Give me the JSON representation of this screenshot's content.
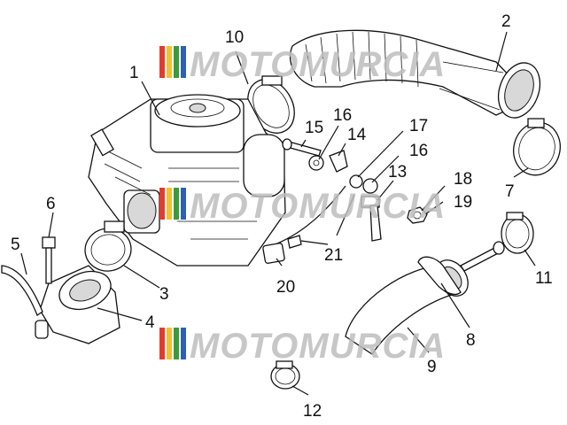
{
  "watermark": {
    "text": "MOTOMURCIA",
    "stripe_colors": [
      "#e33b2e",
      "#f1c232",
      "#3c9a3c",
      "#2e5fb3"
    ],
    "text_color": "#bdbdbd"
  },
  "callouts": [
    {
      "id": "c1",
      "label": "1"
    },
    {
      "id": "c2",
      "label": "2"
    },
    {
      "id": "c3",
      "label": "3"
    },
    {
      "id": "c4",
      "label": "4"
    },
    {
      "id": "c5",
      "label": "5"
    },
    {
      "id": "c6",
      "label": "6"
    },
    {
      "id": "c7",
      "label": "7"
    },
    {
      "id": "c8",
      "label": "8"
    },
    {
      "id": "c9",
      "label": "9"
    },
    {
      "id": "c10",
      "label": "10"
    },
    {
      "id": "c11",
      "label": "11"
    },
    {
      "id": "c12",
      "label": "12"
    },
    {
      "id": "c13",
      "label": "13"
    },
    {
      "id": "c14",
      "label": "14"
    },
    {
      "id": "c15",
      "label": "15"
    },
    {
      "id": "c16a",
      "label": "16"
    },
    {
      "id": "c16b",
      "label": "16"
    },
    {
      "id": "c17",
      "label": "17"
    },
    {
      "id": "c18",
      "label": "18"
    },
    {
      "id": "c19",
      "label": "19"
    },
    {
      "id": "c20",
      "label": "20"
    },
    {
      "id": "c21",
      "label": "21"
    }
  ]
}
